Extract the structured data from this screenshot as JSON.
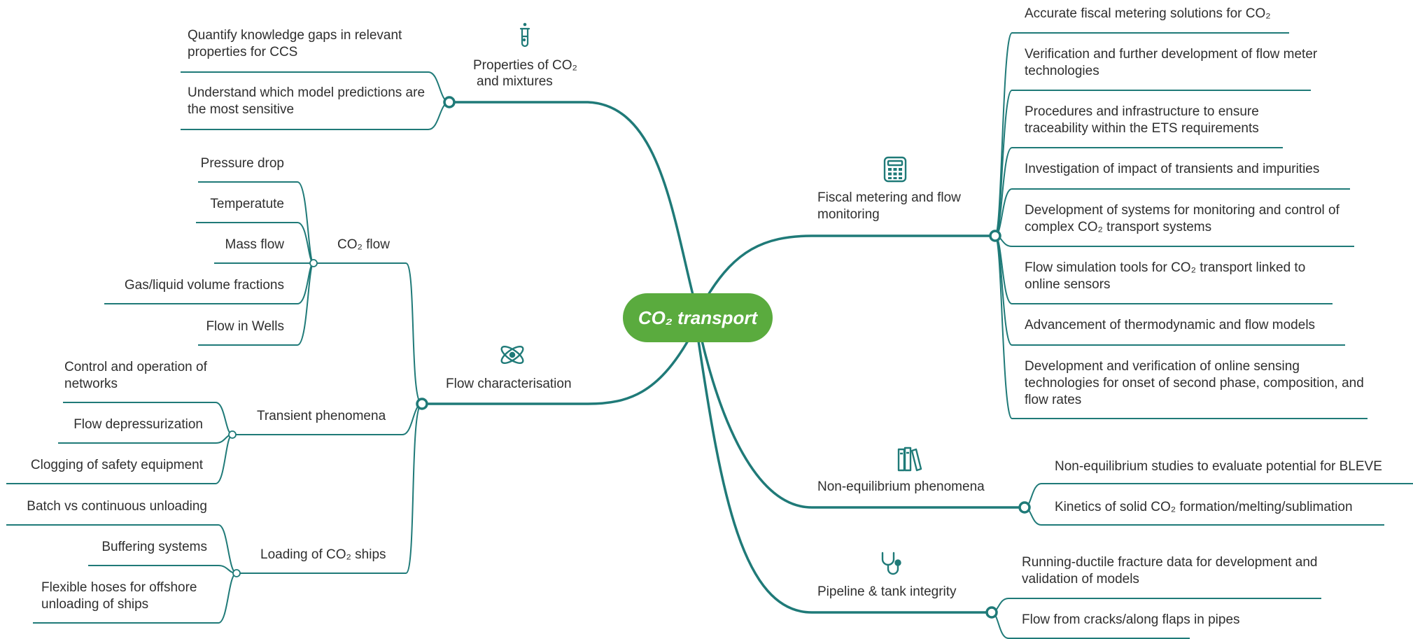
{
  "colors": {
    "line": "#1f7a78",
    "root": "#5aab3e",
    "text": "#2f2f2f"
  },
  "root": {
    "label": "CO₂ transport"
  },
  "branches": {
    "properties": {
      "label_line1": "Properties of CO₂",
      "label_line2": "and mixtures",
      "icon": "test-tube-icon",
      "items": [
        "Quantify knowledge gaps in relevant properties for CCS",
        "Understand which model predictions are the most sensitive"
      ]
    },
    "flow": {
      "label": "Flow characterisation",
      "icon": "atom-icon",
      "co2_flow": {
        "label": "CO₂ flow",
        "items": [
          "Pressure drop",
          "Temperatute",
          "Mass flow",
          "Gas/liquid volume fractions",
          "Flow in Wells"
        ]
      },
      "transient": {
        "label": "Transient phenomena",
        "items": [
          "Control and operation of networks",
          "Flow depressurization",
          "Clogging of safety equipment"
        ]
      },
      "loading": {
        "label": "Loading of CO₂ ships",
        "items": [
          "Batch vs continuous unloading",
          "Buffering systems",
          "Flexible hoses for offshore unloading of ships"
        ]
      }
    },
    "fiscal": {
      "label": "Fiscal metering and flow monitoring",
      "icon": "calculator-icon",
      "items": [
        "Accurate fiscal metering solutions for CO₂",
        "Verification and further development of flow meter technologies",
        "Procedures and infrastructure to ensure traceability within the ETS requirements",
        "Investigation of impact of transients and impurities",
        "Development of systems for monitoring and control of complex CO₂ transport systems",
        "Flow simulation tools for CO₂ transport linked to online sensors",
        "Advancement of thermodynamic and flow models",
        "Development and verification of online sensing technologies for onset of second phase, composition, and flow rates"
      ]
    },
    "nonequilibrium": {
      "label": "Non-equilibrium phenomena",
      "icon": "books-icon",
      "items": [
        "Non-equilibrium studies to evaluate potential for BLEVE",
        "Kinetics of solid CO₂ formation/melting/sublimation"
      ]
    },
    "pipeline": {
      "label": "Pipeline & tank integrity",
      "icon": "stethoscope-icon",
      "items": [
        "Running-ductile fracture data for development and validation of models",
        "Flow from cracks/along flaps in pipes"
      ]
    }
  }
}
